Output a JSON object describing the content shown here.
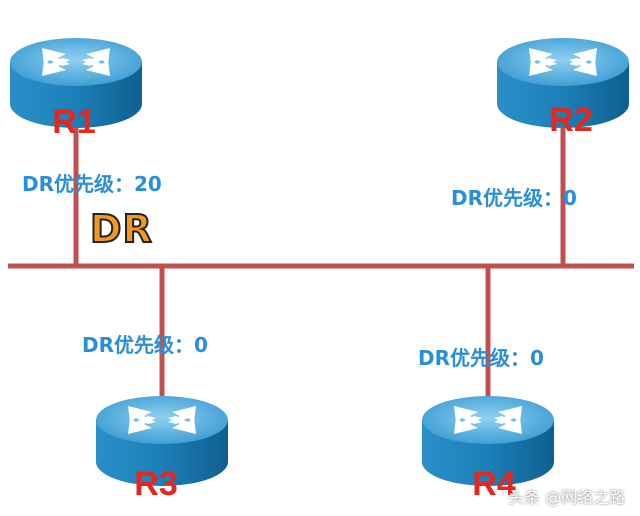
{
  "routers": [
    {
      "name": "R1",
      "priority_label": "DR优先级：20"
    },
    {
      "name": "R2",
      "priority_label": "DR优先级：0"
    },
    {
      "name": "R3",
      "priority_label": "DR优先级：0"
    },
    {
      "name": "R4",
      "priority_label": "DR优先级：0"
    }
  ],
  "dr_tag": "DR",
  "watermark": "头条 @网络之路",
  "colors": {
    "link": "#c0504d",
    "router_top": "#5fb0de",
    "router_side": "#1c7fb8",
    "router_name": "#e8261d",
    "label": "#2a8fd9",
    "dr_fill": "#f39a1e"
  },
  "icons": {
    "router": "router-icon"
  }
}
